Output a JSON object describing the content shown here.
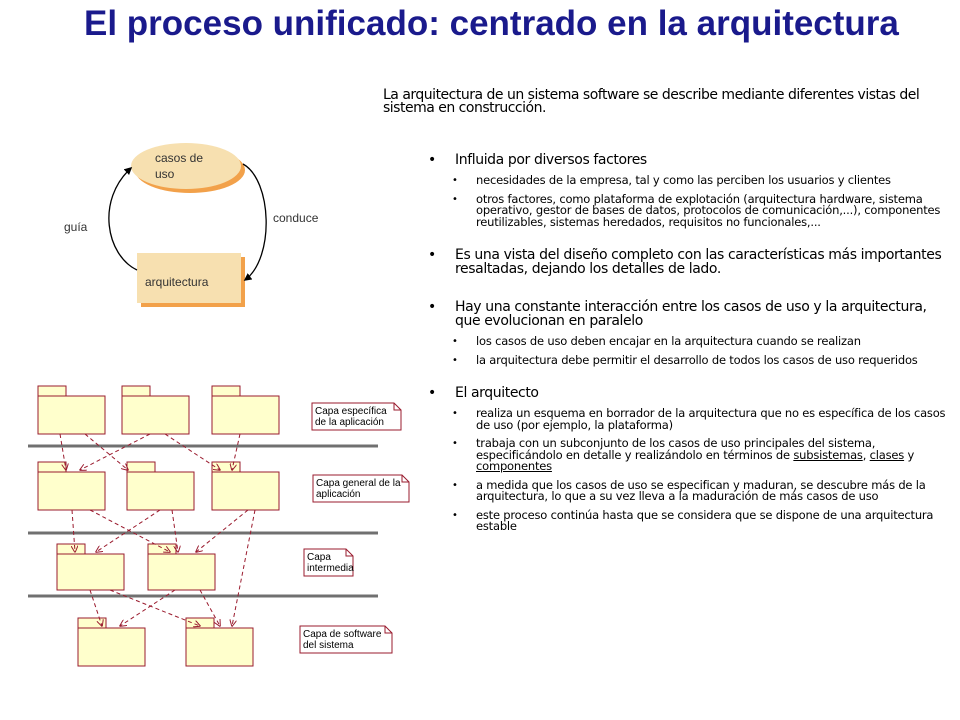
{
  "slide": {
    "title": "El proceso unificado: centrado en la arquitectura",
    "intro": "La arquitectura de un sistema software se describe mediante diferentes vistas del sistema en construcción.",
    "bullets": [
      {
        "text": "Influida por diversos factores",
        "sub": [
          "necesidades de la empresa, tal y como las perciben los usuarios y clientes",
          "otros factores, como plataforma de explotación (arquitectura hardware, sistema operativo, gestor de bases de datos, protocolos de comunicación,...), componentes reutilizables, sistemas heredados, requisitos no funcionales,..."
        ]
      },
      {
        "text": "Es una vista del diseño completo con las características más importantes resaltadas, dejando los detalles de lado.",
        "sub": []
      },
      {
        "text": "Hay una constante interacción entre los casos de uso y la arquitectura, que evolucionan en paralelo",
        "sub": [
          "los casos de uso deben encajar en la arquitectura cuando se realizan",
          "la arquitectura debe permitir el desarrollo de todos los casos de uso requeridos"
        ]
      },
      {
        "text": "El arquitecto",
        "sub": [
          "realiza un esquema en borrador de la arquitectura que no es específica de los casos de uso (por ejemplo, la plataforma)",
          "trabaja con un subconjunto de los casos de uso principales del sistema, especificándolo en detalle y realizándolo en términos de",
          "a medida que los casos de uso se especifican y maduran, se descubre más de la arquitectura, lo que a su vez lleva a la maduración de más casos de uso",
          "este proceso continúa hasta que se considera que se dispone de una arquitectura estable"
        ],
        "terms": {
          "subsistemas": "subsistemas",
          "sep1": ", ",
          "clases": "clases",
          "sep2": " y ",
          "componentes": "componentes"
        }
      }
    ]
  },
  "cycle": {
    "usecases_line1": "casos de",
    "usecases_line2": "uso",
    "architecture": "arquitectura",
    "left_label": "guía",
    "right_label": "conduce"
  },
  "layers": {
    "notes": [
      [
        "Capa específica",
        "de la aplicación"
      ],
      [
        "Capa general de la",
        "aplicación"
      ],
      [
        "Capa",
        "intermedia"
      ],
      [
        "Capa de software",
        "del sistema"
      ]
    ]
  },
  "colors": {
    "title": "#1a1a8c",
    "node_fill": "#f7e0b0",
    "node_shadow": "#f2a14a",
    "package_fill": "#ffffcc",
    "package_stroke": "#9a1b2e",
    "arrow": "#9a1b2e",
    "separator": "#707070"
  }
}
